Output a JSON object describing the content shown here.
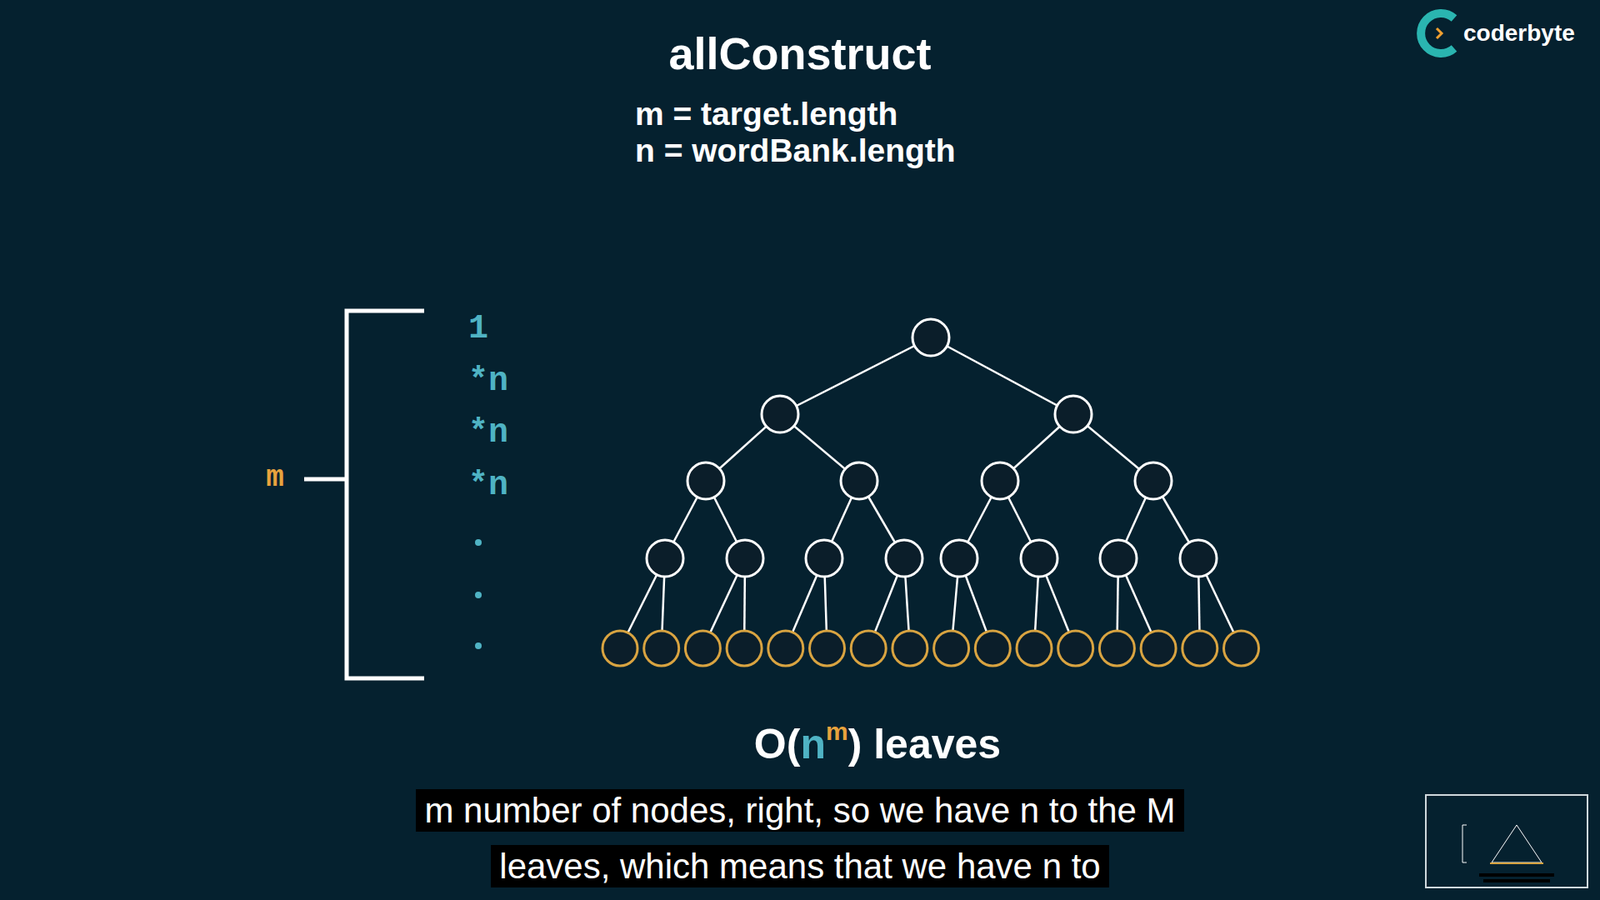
{
  "diagram": {
    "title": "allConstruct",
    "caption": "m number of nodes, right, so we have n to the M leaves, which means that we have n to",
    "labels": [
      "m = target.length",
      "n = wordBank.length",
      "1",
      "*n",
      "*n",
      "*n",
      "m",
      "O(",
      "n",
      "m",
      ") leaves",
      "coderbyte"
    ]
  }
}
